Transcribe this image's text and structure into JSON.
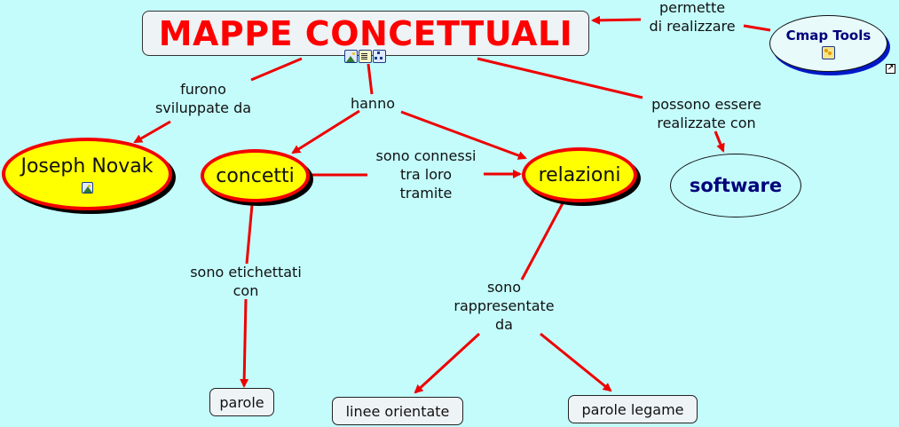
{
  "map": {
    "title": "MAPPE CONCETTUALI",
    "background_color": "#c4fcfc",
    "link_color": "#ee0000",
    "concepts": {
      "main": "MAPPE CONCETTUALI",
      "joseph_novak": "Joseph Novak",
      "concetti": "concetti",
      "relazioni": "relazioni",
      "software": "software",
      "cmap_tools": "Cmap Tools",
      "parole": "parole",
      "linee_orientate": "linee orientate",
      "parole_legame": "parole legame"
    },
    "linking_phrases": {
      "permette": [
        "permette",
        "di realizzare"
      ],
      "furono": [
        "furono",
        "sviluppate da"
      ],
      "hanno": [
        "hanno"
      ],
      "possono": [
        "possono essere",
        "realizzate con"
      ],
      "connessi": [
        "sono connessi",
        "tra loro",
        "tramite"
      ],
      "etichettati": [
        "sono etichettati",
        "con"
      ],
      "rappresentate": [
        "sono",
        "rappresentate",
        "da"
      ]
    },
    "icons": {
      "title_resources": [
        "image-resource-icon",
        "document-resource-icon",
        "concept-map-resource-icon"
      ],
      "novak_resource": "image-resource-icon",
      "cmap_resource": "concept-map-resource-icon",
      "shortcut": "↗"
    },
    "propositions": [
      [
        "Cmap Tools",
        "permette di realizzare",
        "MAPPE CONCETTUALI"
      ],
      [
        "MAPPE CONCETTUALI",
        "furono sviluppate da",
        "Joseph Novak"
      ],
      [
        "MAPPE CONCETTUALI",
        "hanno",
        "concetti"
      ],
      [
        "MAPPE CONCETTUALI",
        "hanno",
        "relazioni"
      ],
      [
        "MAPPE CONCETTUALI",
        "possono essere realizzate con",
        "software"
      ],
      [
        "concetti",
        "sono connessi tra loro tramite",
        "relazioni"
      ],
      [
        "concetti",
        "sono etichettati con",
        "parole"
      ],
      [
        "relazioni",
        "sono rappresentate da",
        "linee orientate"
      ],
      [
        "relazioni",
        "sono rappresentate da",
        "parole legame"
      ]
    ]
  }
}
